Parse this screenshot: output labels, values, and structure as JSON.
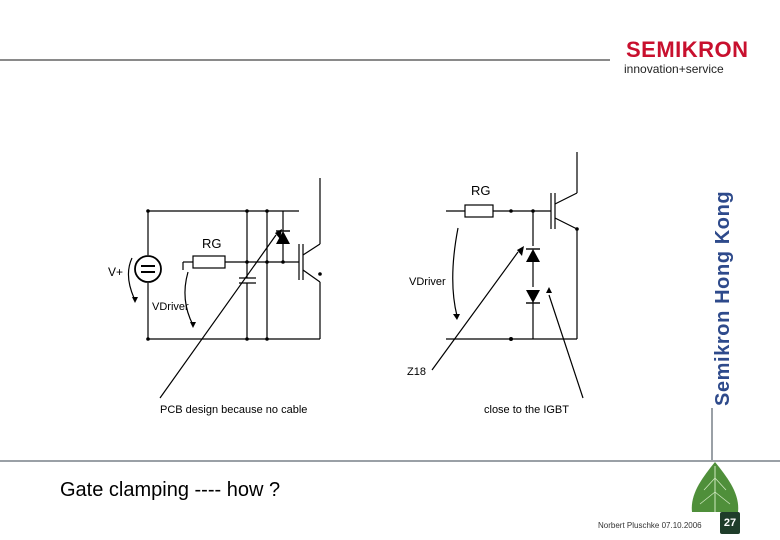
{
  "logo": {
    "wordmark": "SEMIKRON",
    "tagline": "innovation+service"
  },
  "side_title": "Semikron Hong Kong",
  "diagram": {
    "left": {
      "rg": "RG",
      "vplus": "V+",
      "vdriver": "VDriver"
    },
    "right": {
      "rg": "RG",
      "vdriver": "VDriver"
    }
  },
  "annotations": {
    "z18": "Z18",
    "pcb": "PCB design because no cable",
    "close": "close to the IGBT"
  },
  "slide": {
    "title": "Gate clamping ---- how ?"
  },
  "footer": {
    "author": "Norbert Pluschke 07.10.2006",
    "page": "27"
  },
  "colors": {
    "brand": "#c8102e",
    "side_title": "#2e4a8b",
    "leaf": "#4f8f3a"
  },
  "icons": {
    "logo": "semikron-logo",
    "leaf": "leaf-icon"
  }
}
